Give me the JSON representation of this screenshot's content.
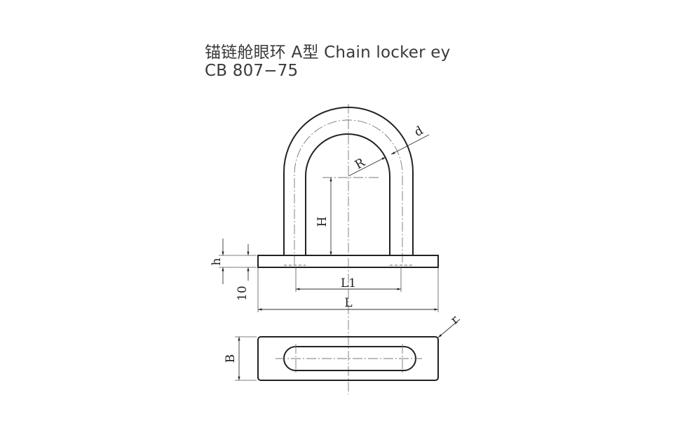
{
  "title": {
    "line1": "锚链舱眼环 A型 Chain locker ey",
    "line2": "CB 807−75"
  },
  "dimensions": {
    "R": "R",
    "d": "d",
    "H": "H",
    "h": "h",
    "ten": "10",
    "L1": "L1",
    "L": "L",
    "B": "B",
    "r": "r"
  }
}
